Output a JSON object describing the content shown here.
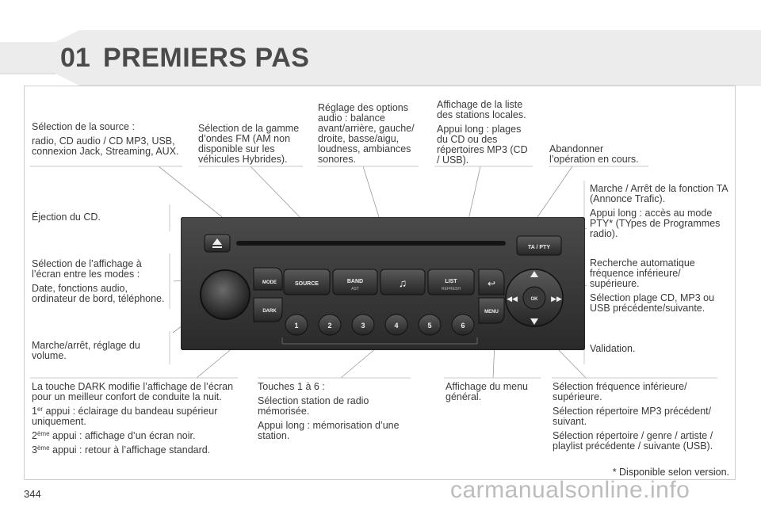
{
  "header": {
    "chapter_number": "01",
    "chapter_title": "PREMIERS PAS"
  },
  "page_number": "344",
  "footnote": "* Disponible selon version.",
  "watermark": "carmanualsonline.info",
  "labels": {
    "source_title": "Sélection de la source :",
    "source_detail": "radio, CD audio / CD MP3, USB, connexion Jack, Streaming, AUX.",
    "band": "Sélection de la gamme d’ondes FM (AM non disponible sur les véhicules Hybrides).",
    "audio_options": "Réglage des options audio : balance avant/arrière, gauche/ droite, basse/aigu, loudness, ambiances sonores.",
    "list_1": "Affichage de la liste des stations locales.",
    "list_2": "Appui long : plages du CD ou des répertoires MP3 (CD / USB).",
    "abort": "Abandonner l’opération en cours.",
    "ta_1": "Marche / Arrêt de la fonction TA (Annonce Trafic).",
    "ta_2": "Appui long : accès au mode PTY* (TYpes de Programmes radio).",
    "eject": "Éjection du CD.",
    "mode_1": "Sélection de l’affichage à l’écran entre les modes :",
    "mode_2": "Date, fonctions audio, ordinateur de bord, téléphone.",
    "seek_1": "Recherche automatique fréquence inférieure/ supérieure.",
    "seek_2": "Sélection plage CD, MP3 ou USB précédente/suivante.",
    "power": "Marche/arrêt, réglage du volume.",
    "validation": "Validation.",
    "dark_1": "La touche DARK modifie l’affichage de l’écran pour un meilleur confort de conduite la nuit.",
    "dark_2_num": "1",
    "dark_2_sup": "er",
    "dark_2_text": " appui : éclairage du bandeau supérieur uniquement.",
    "dark_3_num": "2",
    "dark_3_sup": "ème",
    "dark_3_text": " appui : affichage d’un écran noir.",
    "dark_4_num": "3",
    "dark_4_sup": "ème",
    "dark_4_text": " appui : retour à l’affichage standard.",
    "presets_1": "Touches 1 à 6 :",
    "presets_2": "Sélection station de radio mémorisée.",
    "presets_3": "Appui long : mémorisation d’une station.",
    "menu": "Affichage du menu général.",
    "freq_1": "Sélection fréquence inférieure/ supérieure.",
    "freq_2": "Sélection répertoire MP3 précédent/ suivant.",
    "freq_3": "Sélection répertoire / genre / artiste / playlist précédente / suivante (USB)."
  },
  "radio": {
    "buttons": {
      "source": "SOURCE",
      "band": "BAND",
      "band_sub": "AST",
      "list": "LIST",
      "list_sub": "REFRESH",
      "mode": "MODE",
      "dark": "DARK",
      "menu": "MENU",
      "ok": "OK",
      "ta_pty": "TA / PTY"
    },
    "presets": [
      "1",
      "2",
      "3",
      "4",
      "5",
      "6"
    ]
  },
  "colors": {
    "panel": "#3c3c3c",
    "button": "#2e2e2e",
    "chapter_band": "#e9e9e9"
  }
}
